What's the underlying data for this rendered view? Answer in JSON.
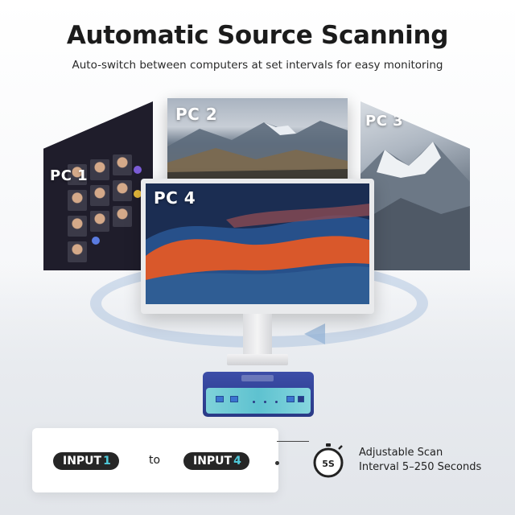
{
  "title": "Automatic Source Scanning",
  "subtitle": "Auto-switch between computers at set intervals for easy monitoring",
  "screens": [
    {
      "label": "PC 1"
    },
    {
      "label": "PC 2"
    },
    {
      "label": "PC 3"
    },
    {
      "label": "PC 4"
    }
  ],
  "inputs": {
    "first_prefix": "INPUT",
    "first_number": "1",
    "separator": "to",
    "last_prefix": "INPUT",
    "last_number": "4"
  },
  "timer": {
    "badge": "5S",
    "line1": "Adjustable Scan",
    "line2": "Interval 5–250 Seconds"
  },
  "colors": {
    "accent": "#4fc9d9",
    "kvm_body": "#33449a",
    "orbit": "#96b4d7"
  }
}
